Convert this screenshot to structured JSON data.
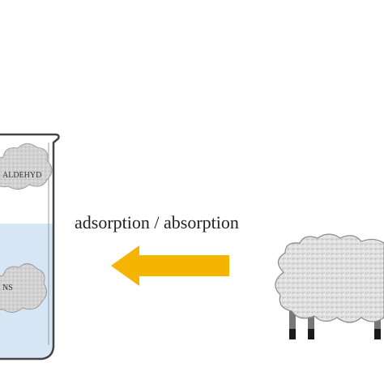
{
  "beaker": {
    "gas_cloud_label": "ALDEHYD",
    "liquid_cloud_label": "NS"
  },
  "arrow": {
    "label": "adsorption / absorption",
    "direction": "left"
  },
  "colors": {
    "liquid": "#d6e6f4",
    "arrow": "#f5b400",
    "cloud": "#cfcfcf",
    "sheep_wool": "#dcdcdc",
    "sheep_legs": "#777777",
    "beaker_outline": "#444444"
  },
  "icons": [
    "beaker-icon",
    "gas-cloud-icon",
    "liquid-cloud-icon",
    "left-arrow-icon",
    "sheep-icon"
  ]
}
